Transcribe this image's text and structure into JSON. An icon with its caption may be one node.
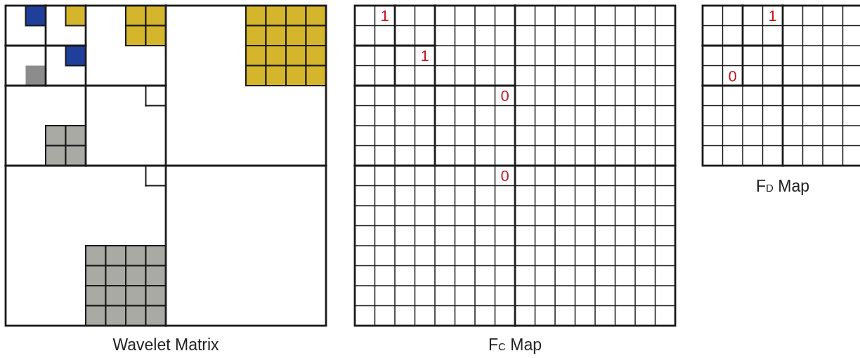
{
  "diagram": {
    "nodes": [
      {
        "text": [
          "Wavelet Matrix"
        ]
      },
      {
        "text": [
          "F$_{C}$ Map"
        ]
      },
      {
        "text": [
          "F$_{D}$ Map"
        ]
      },
      {
        "text": [
          "1"
        ],
        "in": 1
      },
      {
        "text": [
          "1"
        ],
        "in": 1
      },
      {
        "text": [
          "0"
        ],
        "in": 1
      },
      {
        "text": [
          "0"
        ],
        "in": 1
      },
      {
        "text": [
          "1"
        ],
        "in": 2
      },
      {
        "text": [
          "0"
        ],
        "in": 2
      }
    ]
  }
}
